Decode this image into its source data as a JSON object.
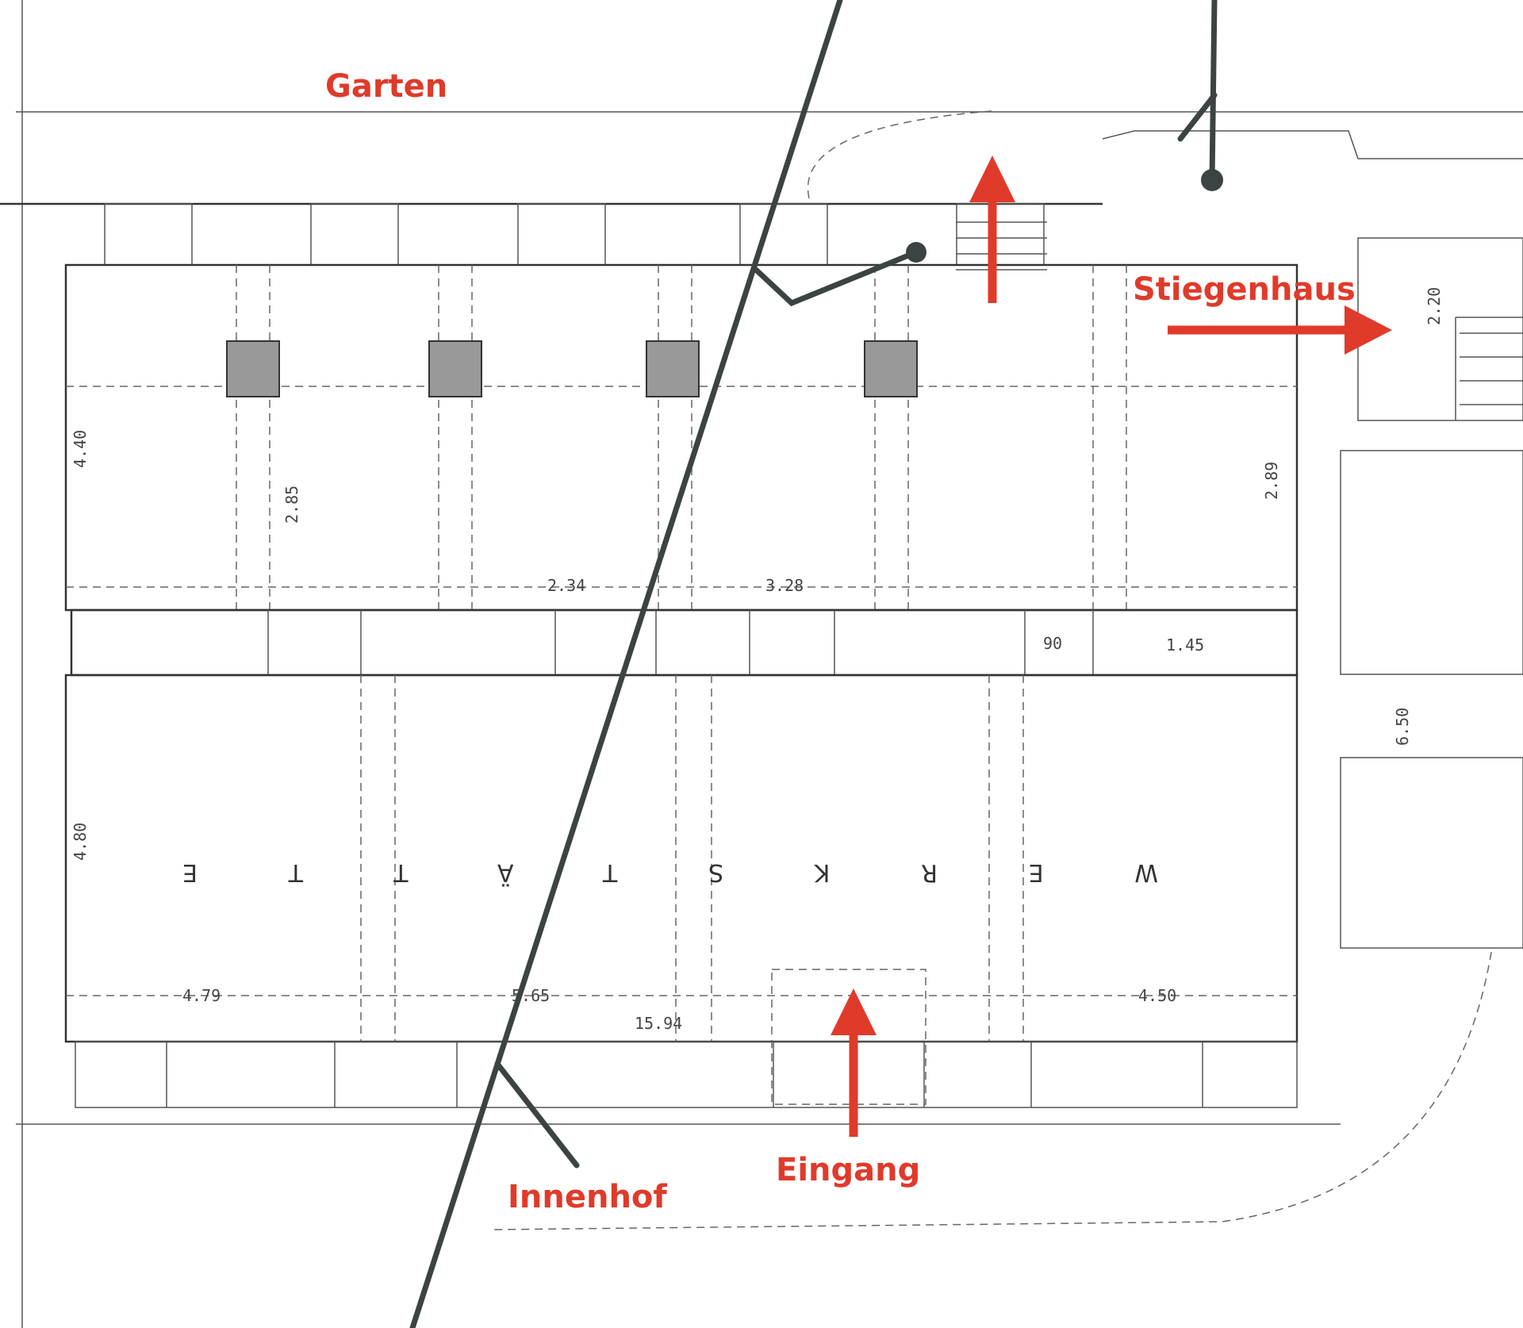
{
  "labels": {
    "garden": "Garten",
    "staircase": "Stiegenhaus",
    "entrance": "Eingang",
    "courtyard": "Innenhof"
  },
  "room_name": "WERKSTÄTTE",
  "dimensions": [
    "4.40",
    "2.85",
    "4.80",
    "2.89",
    "6.50",
    "1.45",
    "4.79",
    "5.65",
    "2.34",
    "3.28",
    "15.94",
    "4.50",
    "90",
    "2.20"
  ],
  "colors": {
    "annotation": "#e03a2a",
    "marker_line": "#3c4343",
    "drawing": "#333333"
  }
}
